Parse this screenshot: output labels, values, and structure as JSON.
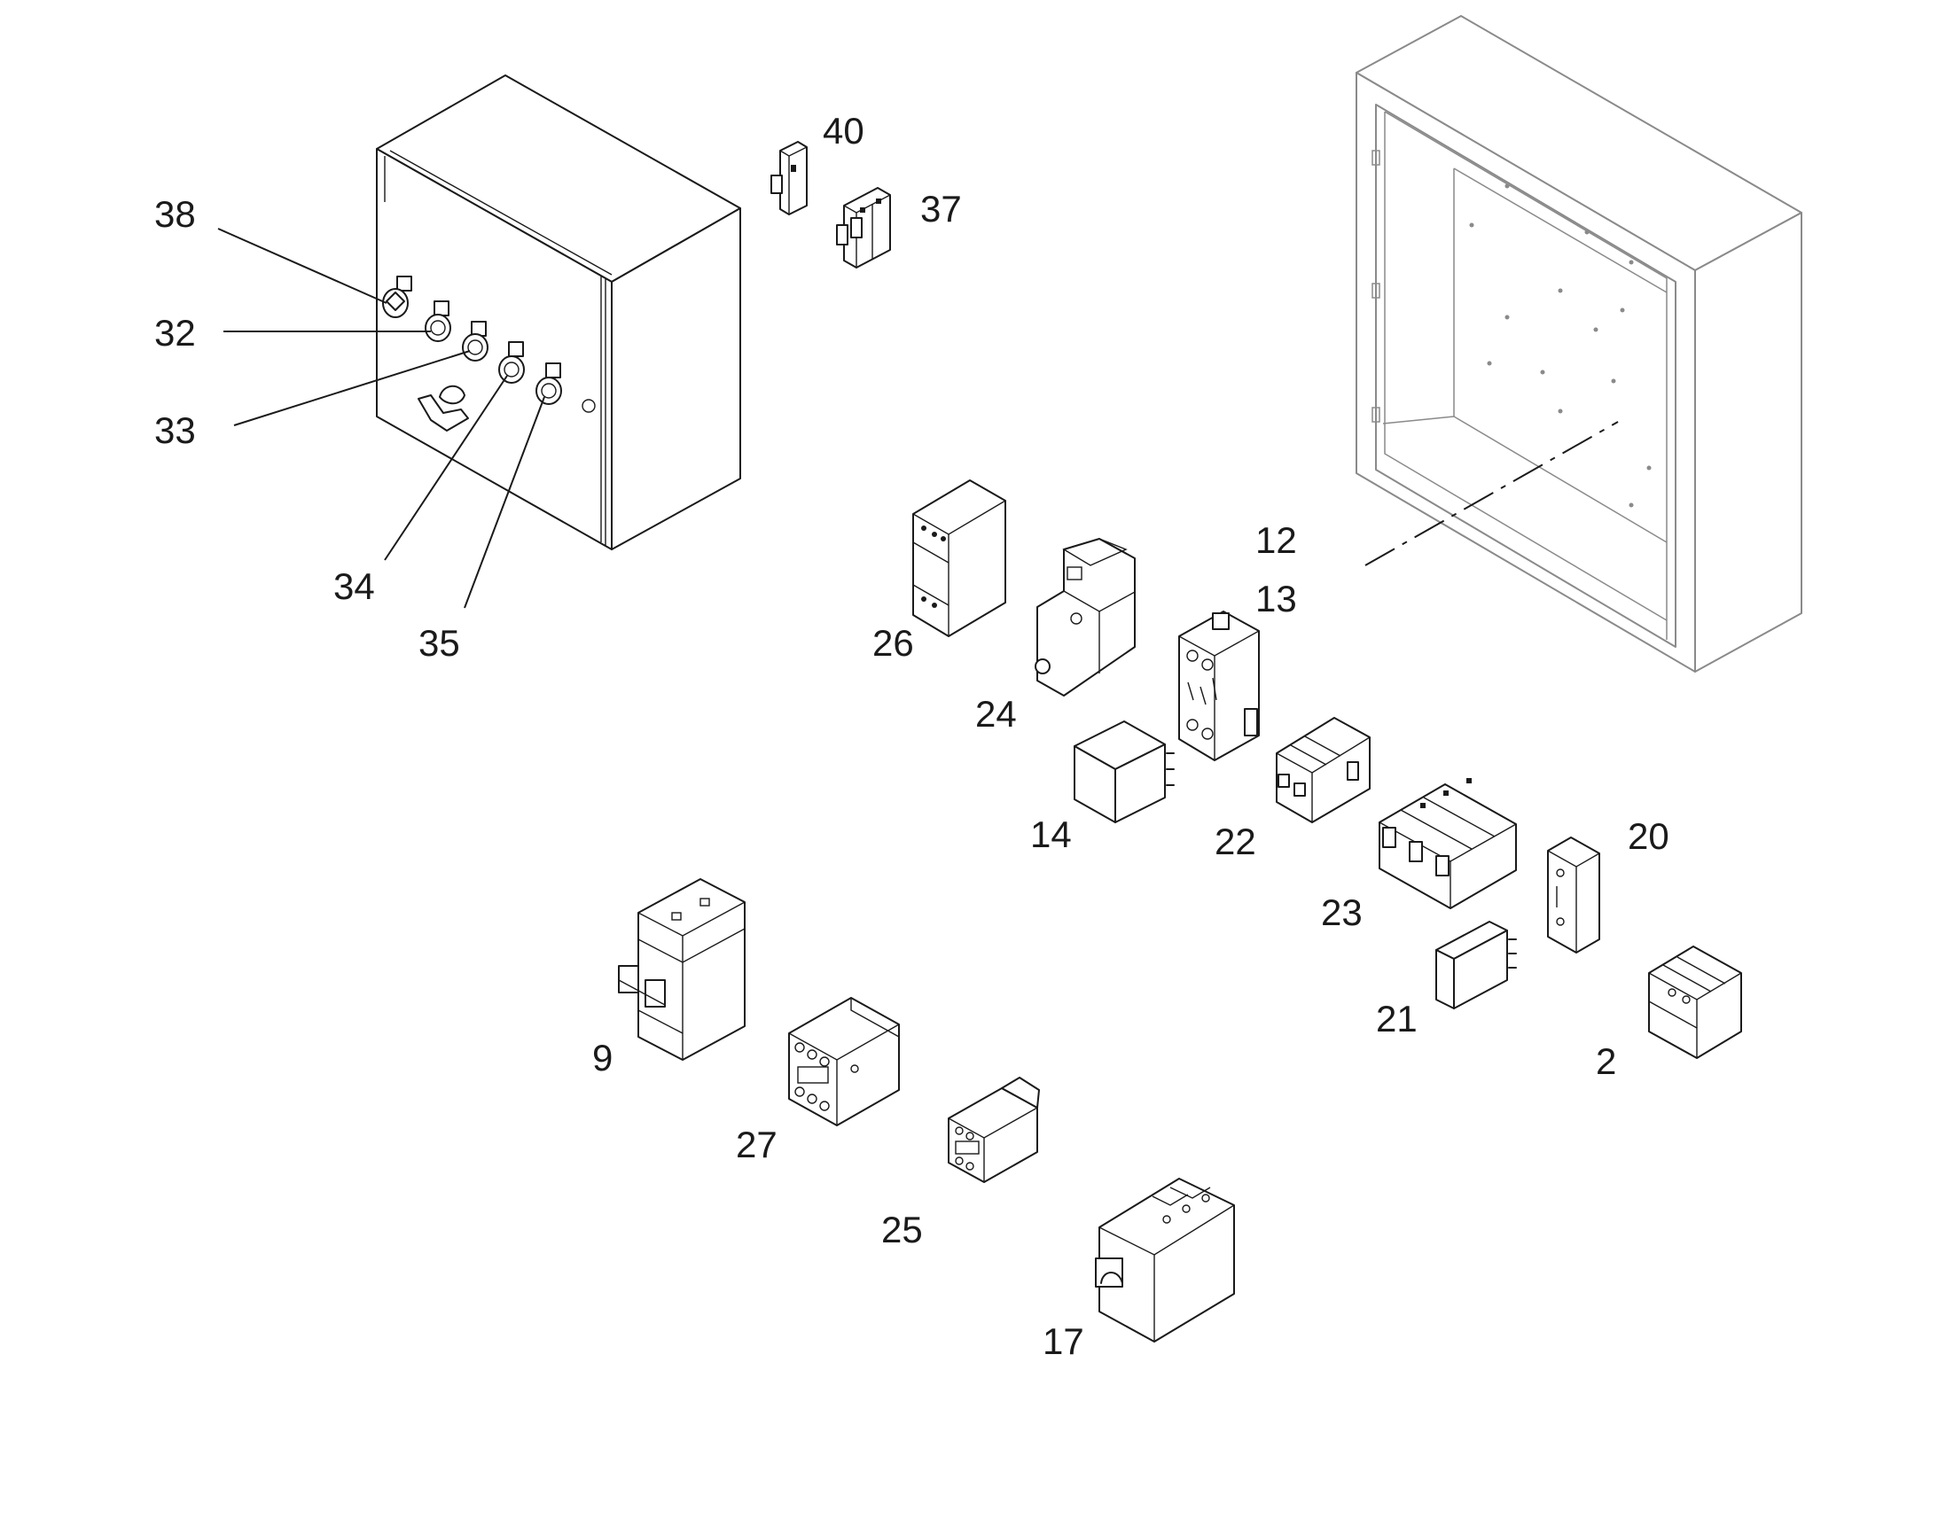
{
  "diagram": {
    "callouts": [
      {
        "id": "c38",
        "text": "38"
      },
      {
        "id": "c32",
        "text": "32"
      },
      {
        "id": "c33",
        "text": "33"
      },
      {
        "id": "c34",
        "text": "34"
      },
      {
        "id": "c35",
        "text": "35"
      },
      {
        "id": "c40",
        "text": "40"
      },
      {
        "id": "c37",
        "text": "37"
      },
      {
        "id": "c26",
        "text": "26"
      },
      {
        "id": "c24",
        "text": "24"
      },
      {
        "id": "c12",
        "text": "12"
      },
      {
        "id": "c13",
        "text": "13"
      },
      {
        "id": "c14",
        "text": "14"
      },
      {
        "id": "c22",
        "text": "22"
      },
      {
        "id": "c23",
        "text": "23"
      },
      {
        "id": "c20",
        "text": "20"
      },
      {
        "id": "c21",
        "text": "21"
      },
      {
        "id": "c2",
        "text": "2"
      },
      {
        "id": "c9",
        "text": "9"
      },
      {
        "id": "c27",
        "text": "27"
      },
      {
        "id": "c25",
        "text": "25"
      },
      {
        "id": "c17",
        "text": "17"
      }
    ]
  }
}
